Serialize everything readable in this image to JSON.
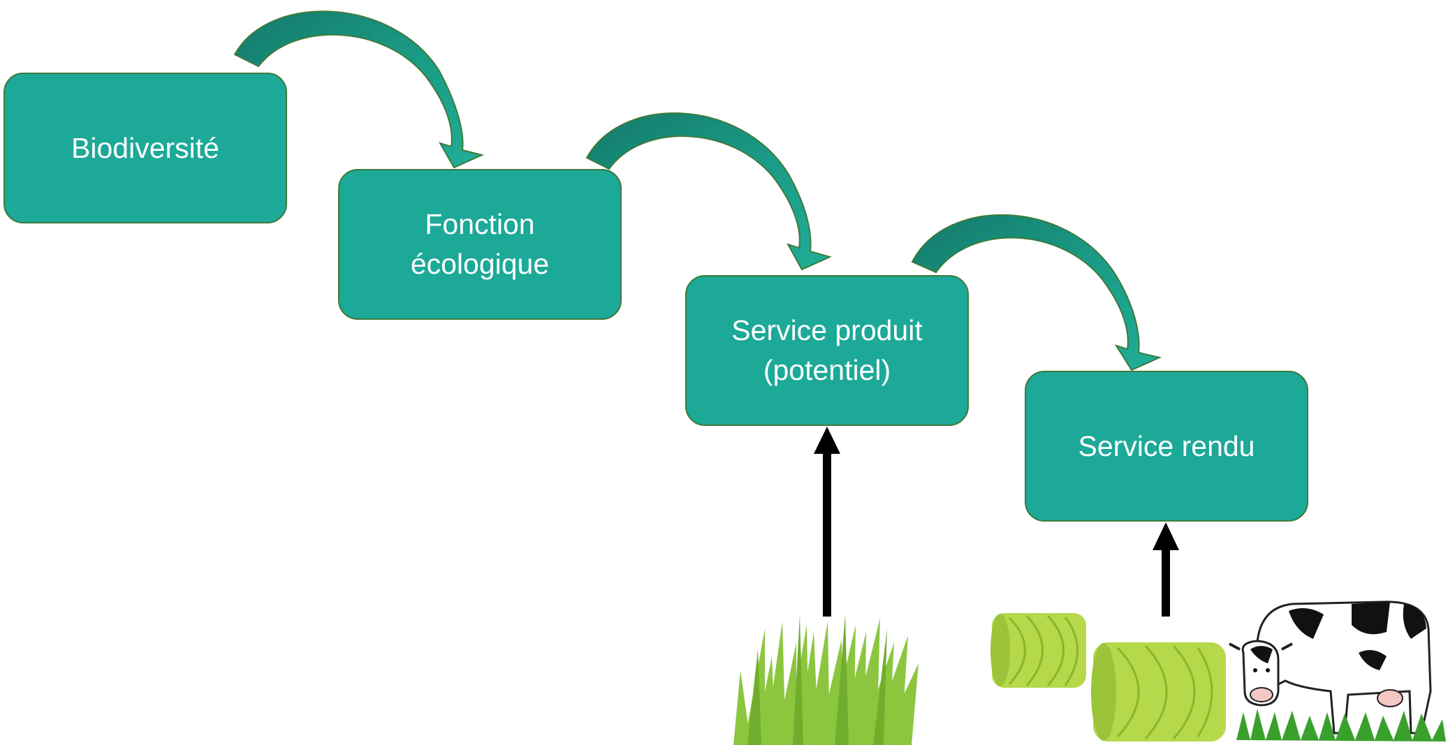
{
  "boxes": [
    {
      "label": "Biodiversité"
    },
    {
      "label": "Fonction écologique"
    },
    {
      "label": "Service produit (potentiel)"
    },
    {
      "label": "Service rendu"
    }
  ],
  "colors": {
    "box_fill": "#1ca998",
    "box_border": "#3d7a3a",
    "curved_arrow_fill": "#1a9a85",
    "curved_arrow_dark": "#147a6b",
    "vertical_arrow": "#000000",
    "grass": "#8cc63f",
    "hay": "#b5d94a"
  },
  "icons": [
    "grass-icon",
    "hay-bale-icon",
    "cow-icon"
  ]
}
